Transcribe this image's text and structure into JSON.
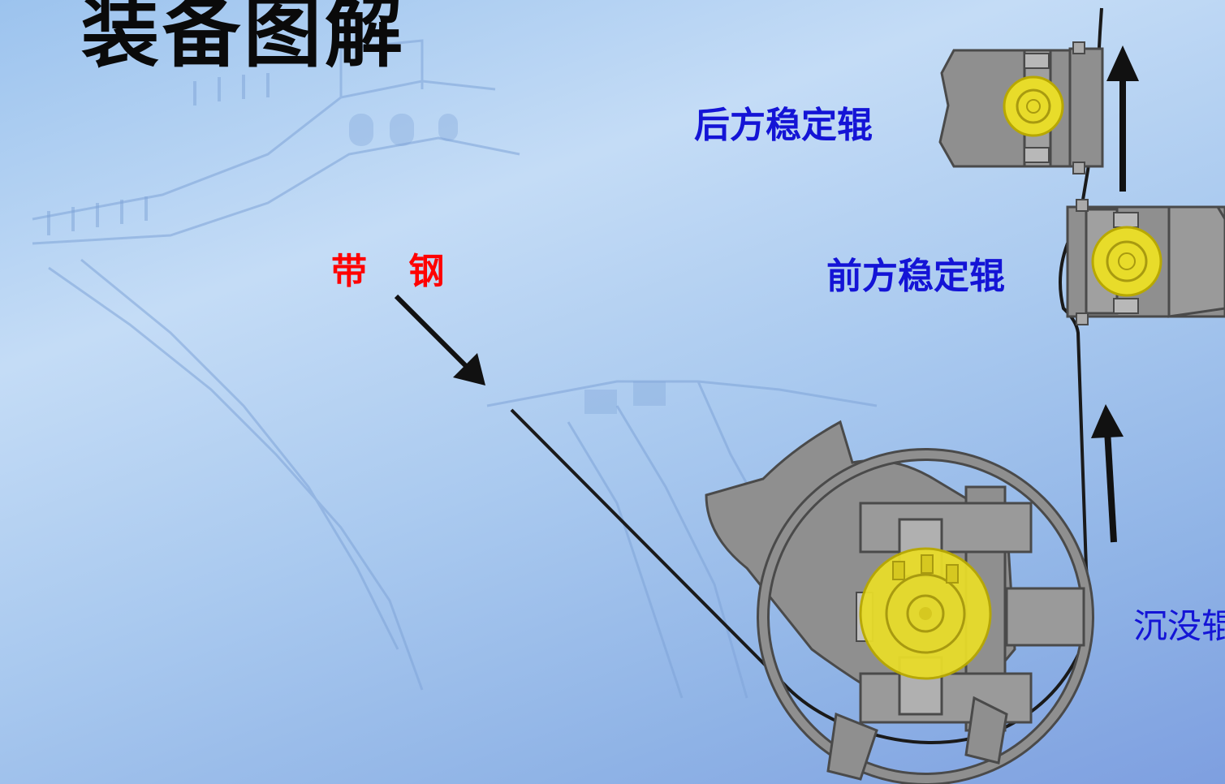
{
  "slide": {
    "title": "装备图解"
  },
  "labels": {
    "strip_steel": "带 钢",
    "rear_stabilizer_roll": "后方稳定辊",
    "front_stabilizer_roll": "前方稳定辊",
    "sink_roll": "沉没辊"
  },
  "colors": {
    "title_text": "#0a0a0a",
    "strip_label": "#ff0000",
    "roll_label": "#1414d6",
    "roll_body": "#ffeb3b",
    "frame": "#8f8f8f",
    "background": "#b8d4f4"
  },
  "icons": {
    "arrows": [
      "arrow-down-right-icon",
      "arrow-up-icon",
      "arrow-up-icon"
    ]
  }
}
